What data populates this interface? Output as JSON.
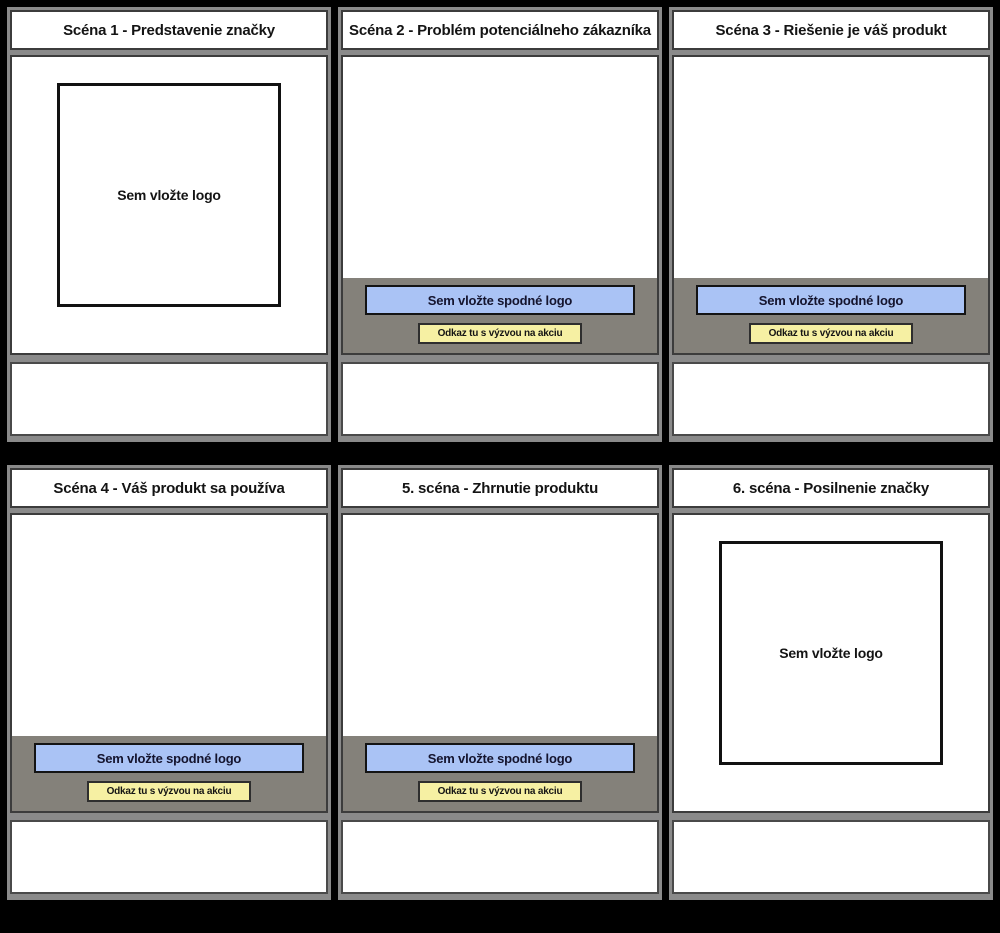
{
  "scenes": [
    {
      "title": "Scéna 1 - Predstavenie značky",
      "has_logo_box": true,
      "has_footer": false
    },
    {
      "title": "Scéna 2 - Problém potenciálneho zákazníka",
      "has_logo_box": false,
      "has_footer": true
    },
    {
      "title": "Scéna 3 - Riešenie je váš produkt",
      "has_logo_box": false,
      "has_footer": true
    },
    {
      "title": "Scéna 4 - Váš produkt sa používa",
      "has_logo_box": false,
      "has_footer": true
    },
    {
      "title": "5. scéna - Zhrnutie produktu",
      "has_logo_box": false,
      "has_footer": true
    },
    {
      "title": "6. scéna - Posilnenie značky",
      "has_logo_box": true,
      "has_footer": false
    }
  ],
  "labels": {
    "logo_placeholder": "Sem vložte logo",
    "bottom_logo": "Sem vložte spodné logo",
    "cta": "Odkaz tu s výzvou na akciu"
  },
  "colors": {
    "page_background": "#000000",
    "cell_frame": "#8a8a8a",
    "footer_strip": "#84817a",
    "bottom_logo_button": "#aac3f5",
    "cta_button": "#f6f0a3",
    "box_border": "#3c3c3c",
    "logo_box_border": "#111111"
  }
}
